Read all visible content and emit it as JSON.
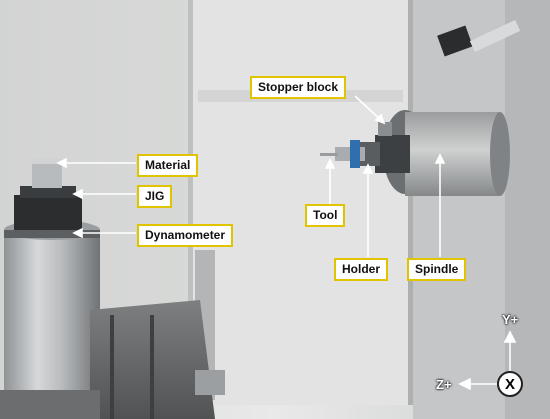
{
  "labels": {
    "stopper_block": "Stopper block",
    "material": "Material",
    "jig": "JIG",
    "dynamometer": "Dynamometer",
    "tool": "Tool",
    "holder": "Holder",
    "spindle": "Spindle"
  },
  "axes": {
    "y_plus": "Y+",
    "z_plus": "Z+",
    "x": "X"
  },
  "colors": {
    "label_border": "#e0c400",
    "arrow": "#ffffff"
  }
}
